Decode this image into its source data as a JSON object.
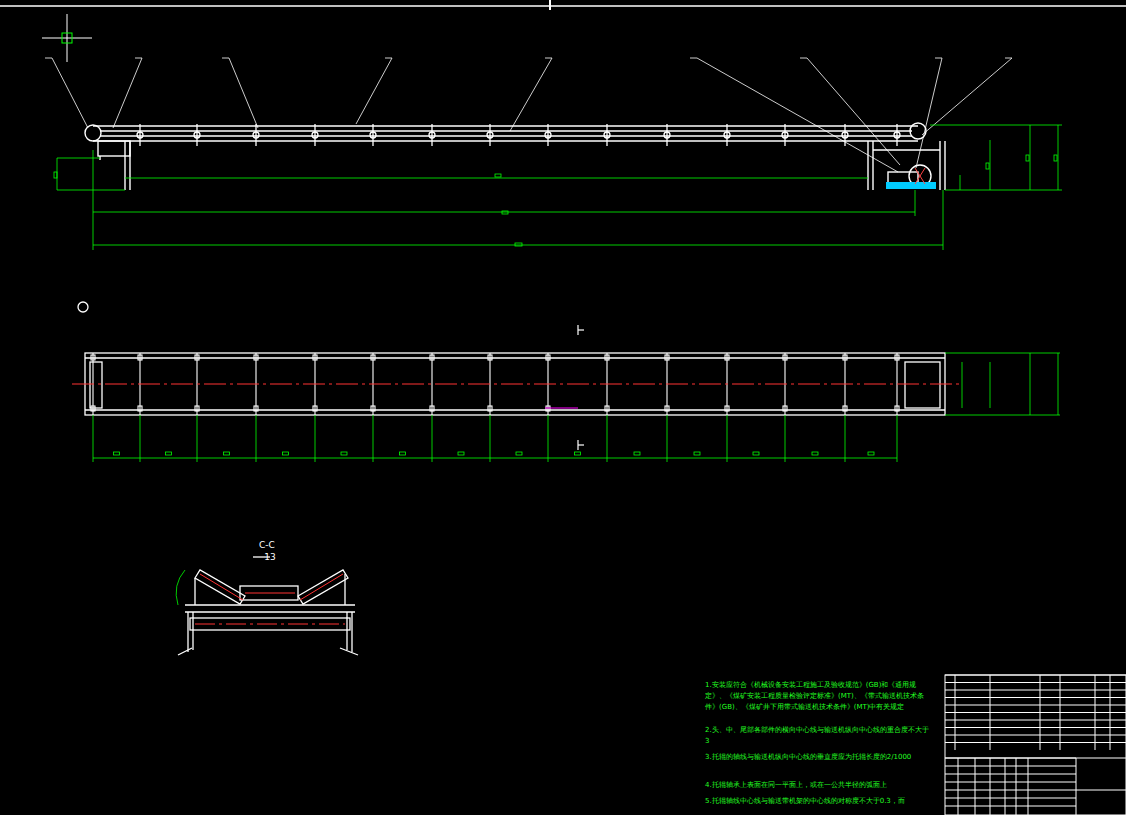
{
  "diagram": {
    "labels": [
      "C-C",
      "13",
      "1.安装应符合《机械设备安装工程施工及验收规范》(GB)和《通用规定》、《煤矿安装工程质量检验评定标准》(MT)、《带式输送机技术条件》(GB)、《煤矿井下用带式输送机技术条件》(MT)中有关规定",
      "2.头、中、尾部各部件的横向中心线与输送机纵向中心线的重合度不大于3",
      "3.托辊的轴线与输送机纵向中心线的垂直度应为托辊长度的2/1000",
      "4.托辊轴承上表面在同一平面上，或在一公共半径的弧面上",
      "5.托辊轴线中心线与输送带机架的中心线的对称度不大于0.3，而"
    ]
  }
}
